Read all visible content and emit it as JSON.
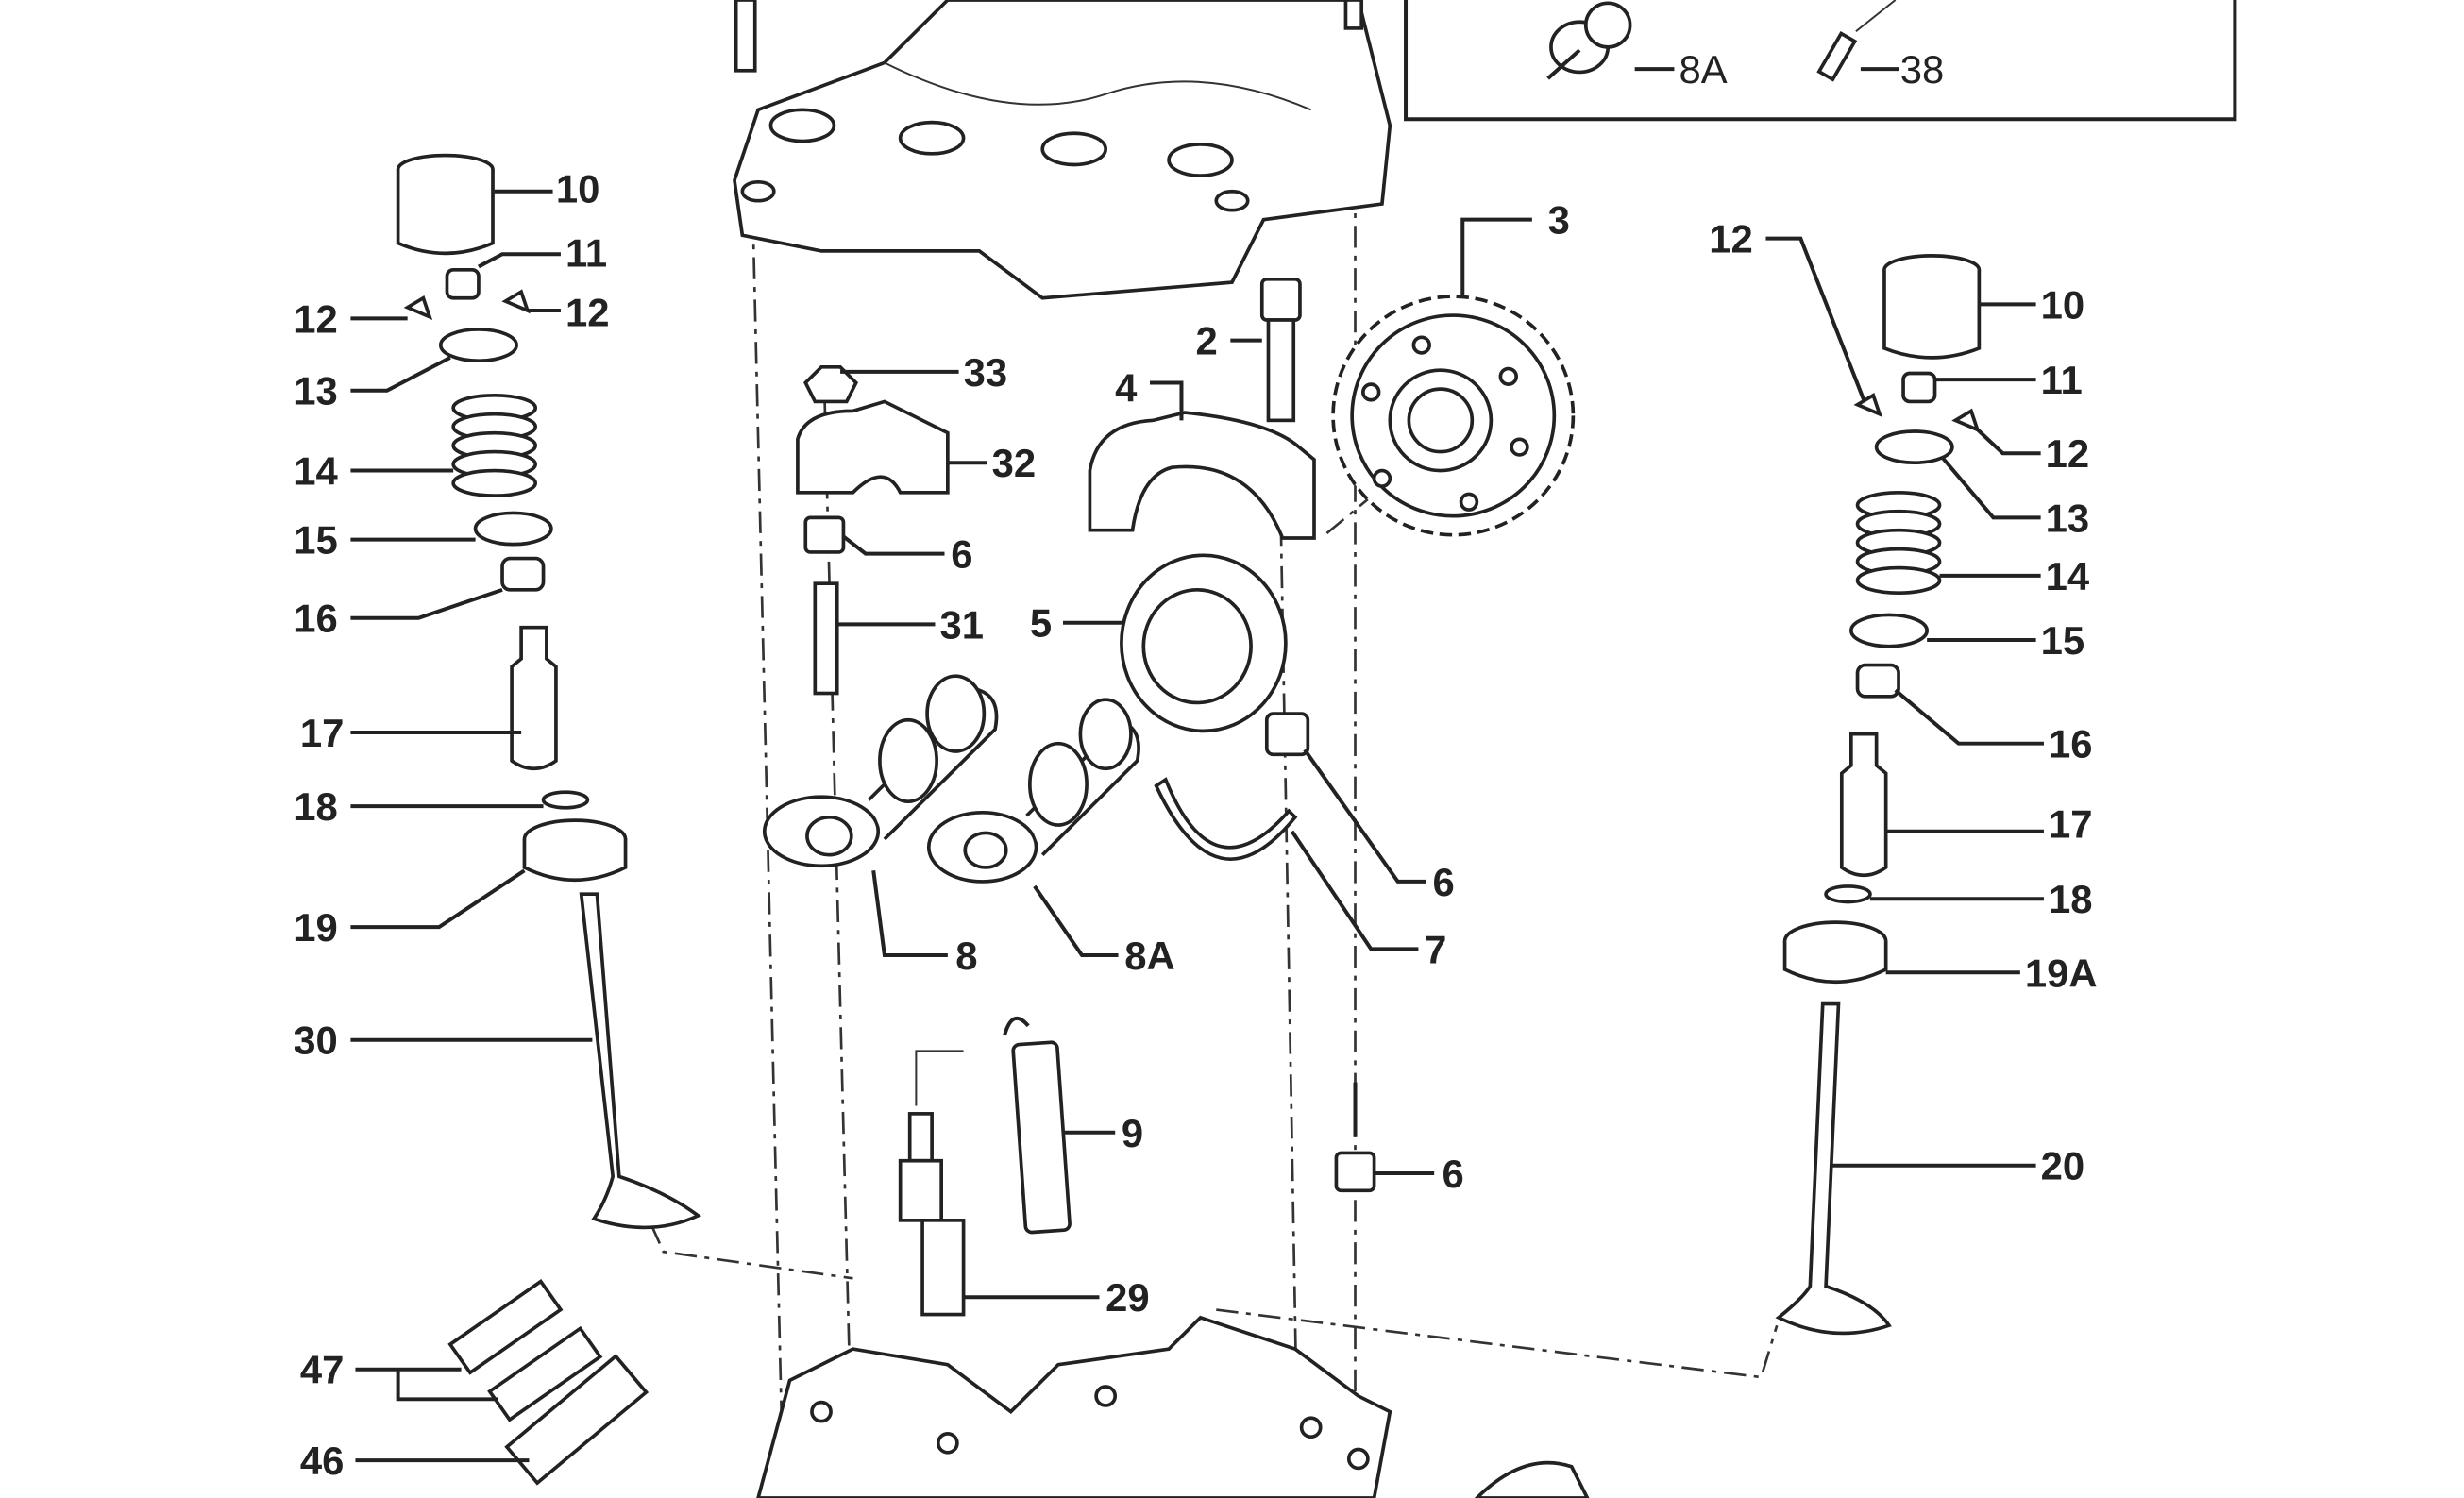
{
  "diagram": {
    "title": "Cylinder head exploded parts diagram",
    "labels": {
      "l10": "10",
      "l11": "11",
      "l12a": "12",
      "l12b": "12",
      "l13": "13",
      "l14": "14",
      "l15": "15",
      "l16": "16",
      "l17": "17",
      "l18": "18",
      "l19": "19",
      "l30": "30",
      "c33": "33",
      "c32": "32",
      "c6a": "6",
      "c31": "31",
      "c8": "8",
      "c8a": "8A",
      "c9": "9",
      "c29": "29",
      "c6b": "6",
      "c47": "47",
      "c46": "46",
      "m2": "2",
      "m3": "3",
      "m4": "4",
      "m5": "5",
      "m6": "6",
      "m7": "7",
      "r12a": "12",
      "r10": "10",
      "r11": "11",
      "r12b": "12",
      "r13": "13",
      "r14": "14",
      "r15": "15",
      "r16": "16",
      "r17": "17",
      "r18": "18",
      "r19a": "19A",
      "r20": "20",
      "b8a": "8A",
      "b38": "38"
    }
  }
}
